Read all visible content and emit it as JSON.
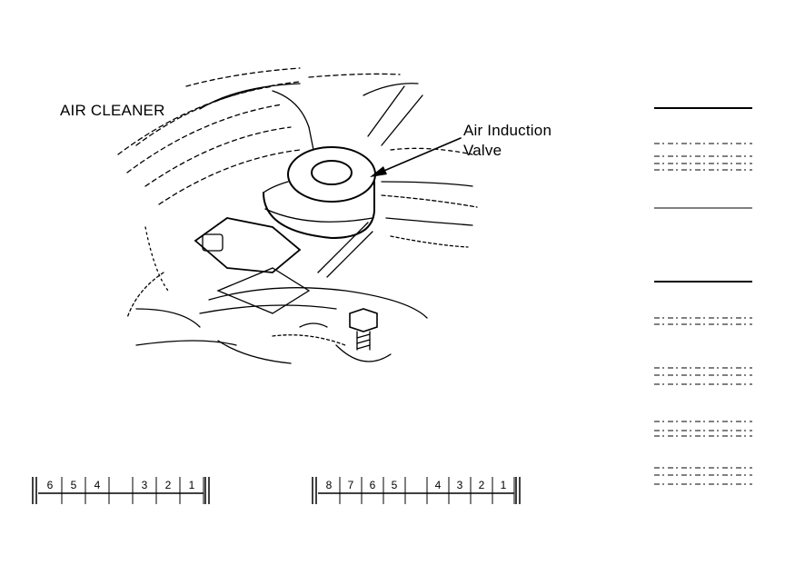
{
  "labels": {
    "air_cleaner": "AIR CLEANER",
    "valve_line1": "Air Induction",
    "valve_line2": "Valve"
  },
  "index_strips": {
    "left": [
      "6",
      "5",
      "4",
      "",
      "3",
      "2",
      "1"
    ],
    "right": [
      "8",
      "7",
      "6",
      "5",
      "",
      "4",
      "3",
      "2",
      "1"
    ]
  },
  "colors": {
    "ink": "#000000",
    "paper": "#ffffff"
  }
}
